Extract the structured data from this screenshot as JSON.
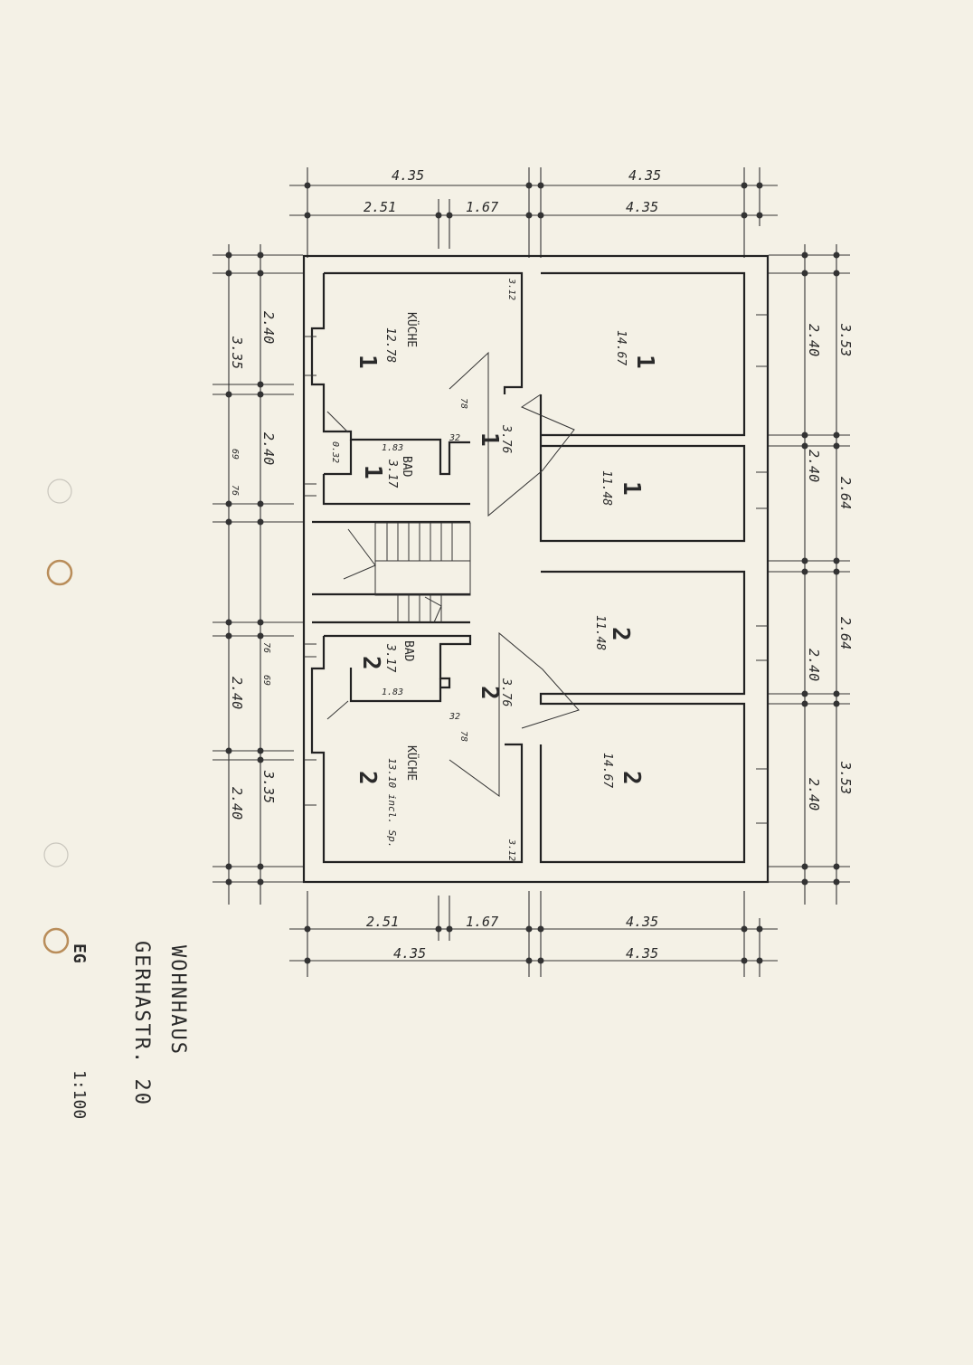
{
  "drawing": {
    "title_line1": "WOHNHAUS",
    "title_line2": "GERHASTR. 20",
    "scale": "1:100",
    "corner_mark": "EG"
  },
  "dimensions": {
    "top_outer": [
      "4.35",
      "4.35"
    ],
    "top_inner": [
      "2.51",
      "1.67",
      "4.35"
    ],
    "bottom_inner": [
      "2.51",
      "1.67",
      "4.35"
    ],
    "bottom_outer": [
      "4.35",
      "4.35"
    ],
    "left_outer": [
      "3.35",
      "76",
      "69",
      "76",
      "69",
      "3.35"
    ],
    "left_inner": [
      "2.40",
      "2.40",
      "2.40",
      "2.40"
    ],
    "right_inner": [
      "2.40",
      "2.40",
      "2.40",
      "2.40"
    ],
    "right_outer": [
      "3.53",
      "2.64",
      "2.64",
      "3.53"
    ]
  },
  "rooms": {
    "kueche1": {
      "label": "KÜCHE",
      "area": "12.78",
      "num": "1",
      "corner": "3.12"
    },
    "bad1": {
      "label": "BAD",
      "area": "3.17",
      "num": "1",
      "width": "1.83",
      "depth": "0.32"
    },
    "flur1": {
      "area": "3.76",
      "num": "1",
      "dim_a": "78",
      "dim_b": "32"
    },
    "zimmer1a": {
      "area": "14.67",
      "num": "1"
    },
    "zimmer1b": {
      "area": "11.48",
      "num": "1"
    },
    "zimmer2a": {
      "area": "11.48",
      "num": "2"
    },
    "flur2": {
      "area": "3.76",
      "num": "2",
      "dim_a": "78",
      "dim_b": "32"
    },
    "bad2": {
      "label": "BAD",
      "area": "3.17",
      "num": "2",
      "width": "1.83"
    },
    "kueche2": {
      "label": "KÜCHE",
      "area": "13.10 incl. Sp.",
      "num": "2",
      "corner": "3.12"
    },
    "zimmer2b": {
      "area": "14.67",
      "num": "2"
    }
  }
}
